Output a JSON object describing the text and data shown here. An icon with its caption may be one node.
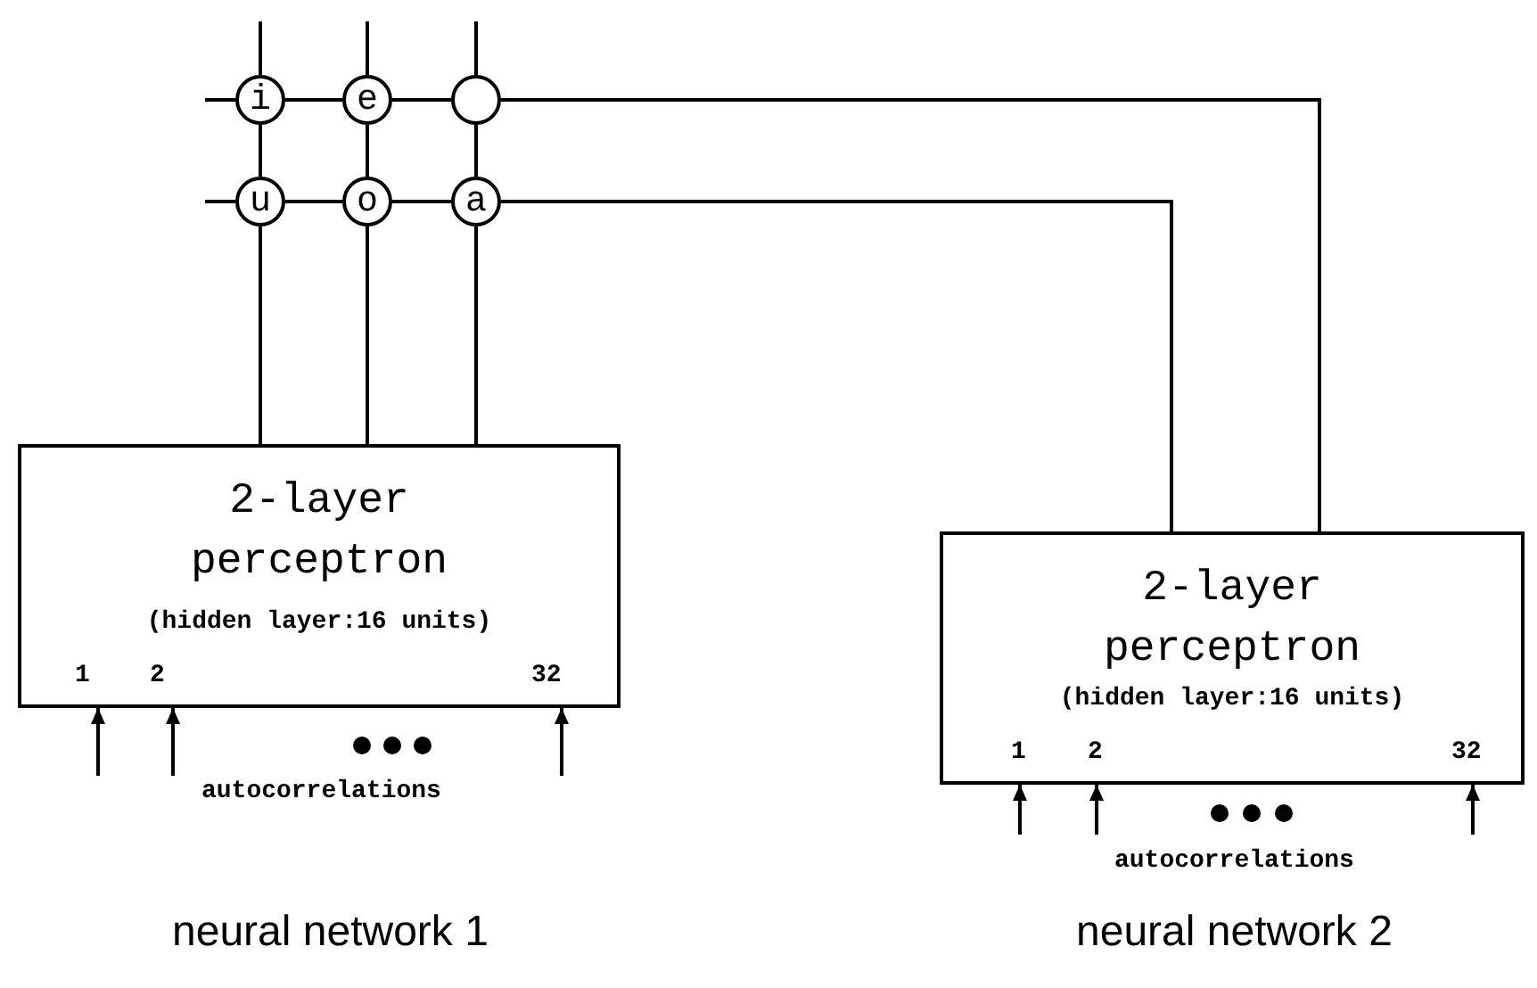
{
  "diagram": {
    "nodes": [
      {
        "text": [
          "i"
        ]
      },
      {
        "text": [
          "e"
        ]
      },
      {
        "text": [],
        "shape": "circle"
      },
      {
        "text": [
          "u"
        ]
      },
      {
        "text": [
          "o"
        ]
      },
      {
        "text": [
          "a"
        ]
      },
      {
        "text": [
          "2-layer perceptron",
          "(hidden layer:16 units)",
          "1",
          "2",
          "32"
        ]
      },
      {
        "text": [
          "2-layer perceptron",
          "(hidden layer:16 units)",
          "1",
          "2",
          "32"
        ]
      }
    ],
    "edges": [
      {
        "from": 6,
        "to": 3,
        "arrow": "none"
      },
      {
        "from": 3,
        "to": 0,
        "arrow": "none"
      },
      {
        "from": 0,
        "to": null,
        "arrow": "none"
      },
      {
        "from": 6,
        "to": 4,
        "arrow": "none"
      },
      {
        "from": 4,
        "to": 1,
        "arrow": "none"
      },
      {
        "from": 1,
        "to": null,
        "arrow": "none"
      },
      {
        "from": 6,
        "to": 5,
        "arrow": "none"
      },
      {
        "from": 5,
        "to": 2,
        "arrow": "none"
      },
      {
        "from": 2,
        "to": null,
        "arrow": "none"
      },
      {
        "from": null,
        "to": 0,
        "arrow": "none"
      },
      {
        "from": 0,
        "to": 1,
        "arrow": "none"
      },
      {
        "from": 1,
        "to": 2,
        "arrow": "none"
      },
      {
        "from": 2,
        "to": 7,
        "arrow": "none"
      },
      {
        "from": null,
        "to": 3,
        "arrow": "none"
      },
      {
        "from": 3,
        "to": 4,
        "arrow": "none"
      },
      {
        "from": 4,
        "to": 5,
        "arrow": "none"
      },
      {
        "from": 5,
        "to": 7,
        "arrow": "none"
      },
      {
        "from": null,
        "to": 6,
        "arrow": "to"
      },
      {
        "from": null,
        "to": 6,
        "arrow": "to"
      },
      {
        "from": null,
        "to": 6,
        "arrow": "to"
      },
      {
        "from": null,
        "to": 7,
        "arrow": "to"
      },
      {
        "from": null,
        "to": 7,
        "arrow": "to"
      },
      {
        "from": null,
        "to": 7,
        "arrow": "to"
      }
    ],
    "labels": [
      "autocorrelations",
      "autocorrelations",
      "neural network 1",
      "neural network 2"
    ]
  }
}
